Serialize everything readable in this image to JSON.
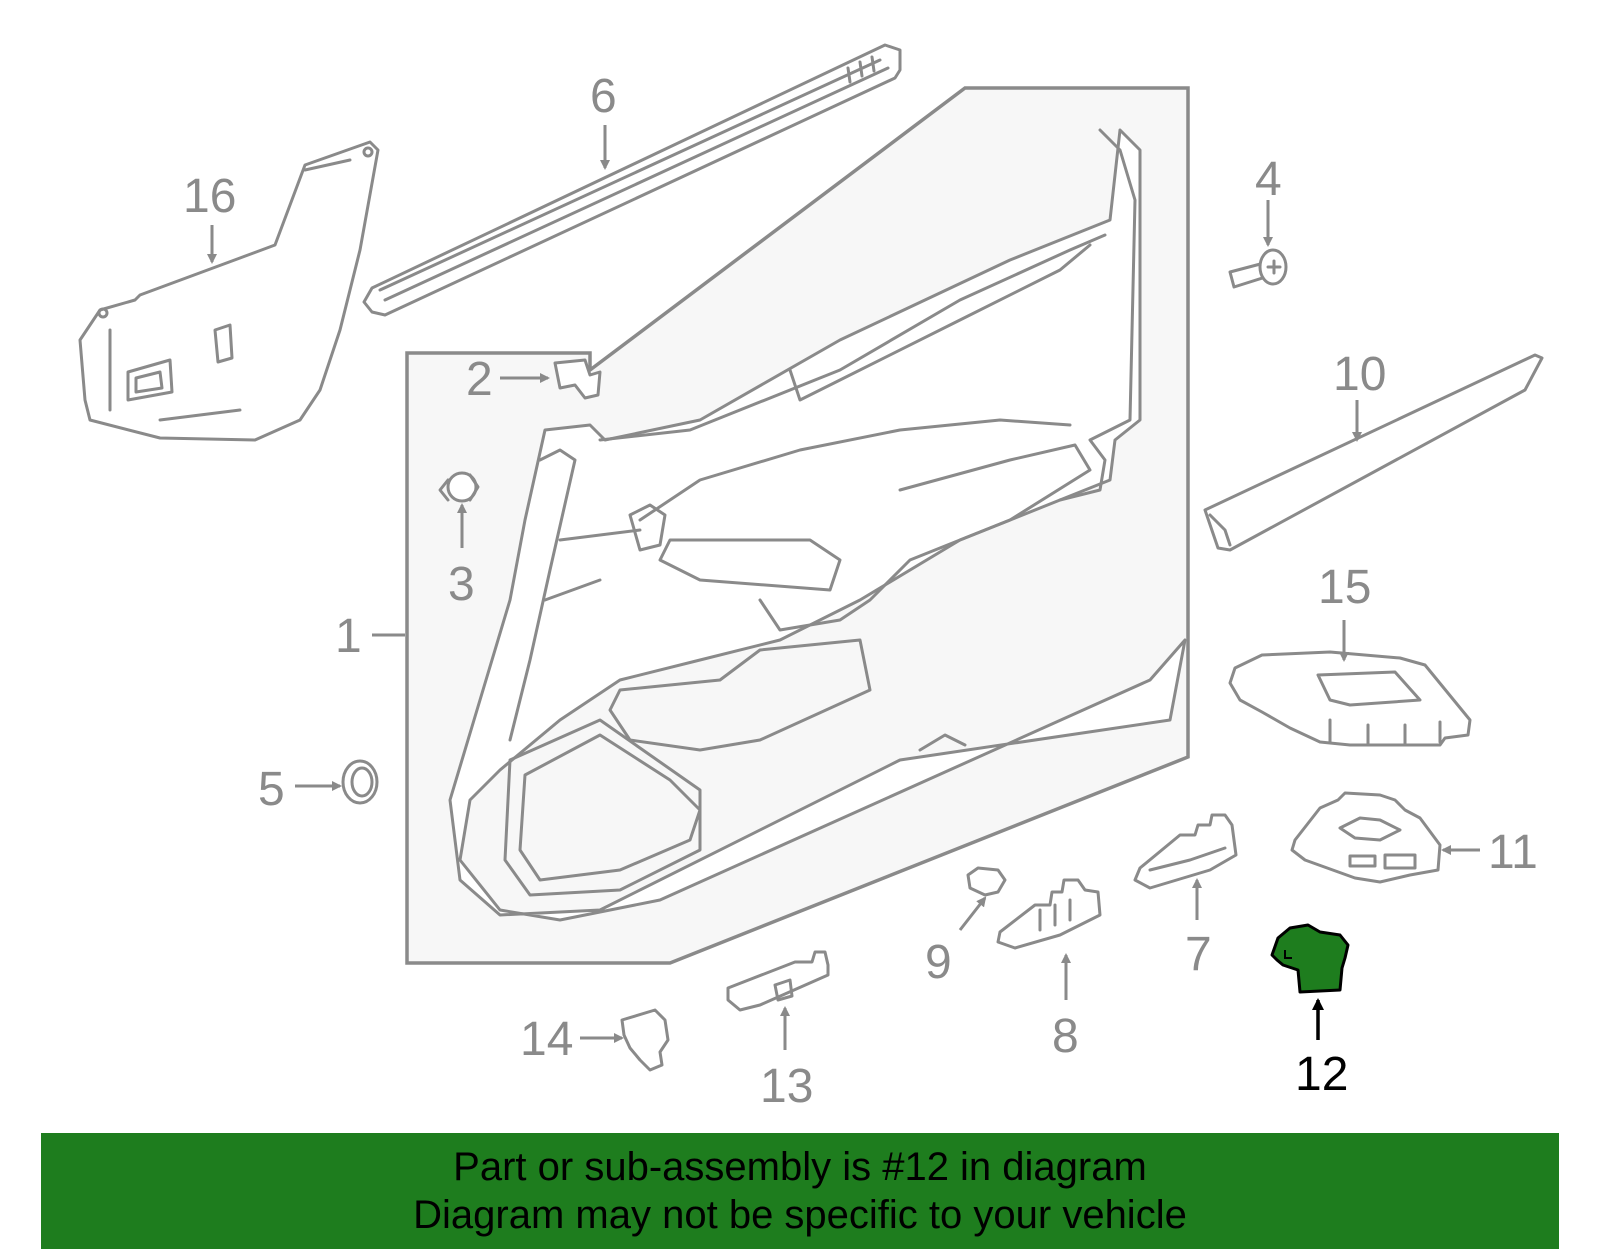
{
  "diagram": {
    "highlight_color": "#1e7d1e",
    "highlighted_part": "12",
    "labels": {
      "p1": "1",
      "p2": "2",
      "p3": "3",
      "p4": "4",
      "p5": "5",
      "p6": "6",
      "p7": "7",
      "p8": "8",
      "p9": "9",
      "p10": "10",
      "p11": "11",
      "p12": "12",
      "p13": "13",
      "p14": "14",
      "p15": "15",
      "p16": "16"
    }
  },
  "banner": {
    "line1": "Part or sub-assembly is #12 in diagram",
    "line2": "Diagram may not be specific to your vehicle",
    "background": "#1e7d1e"
  }
}
